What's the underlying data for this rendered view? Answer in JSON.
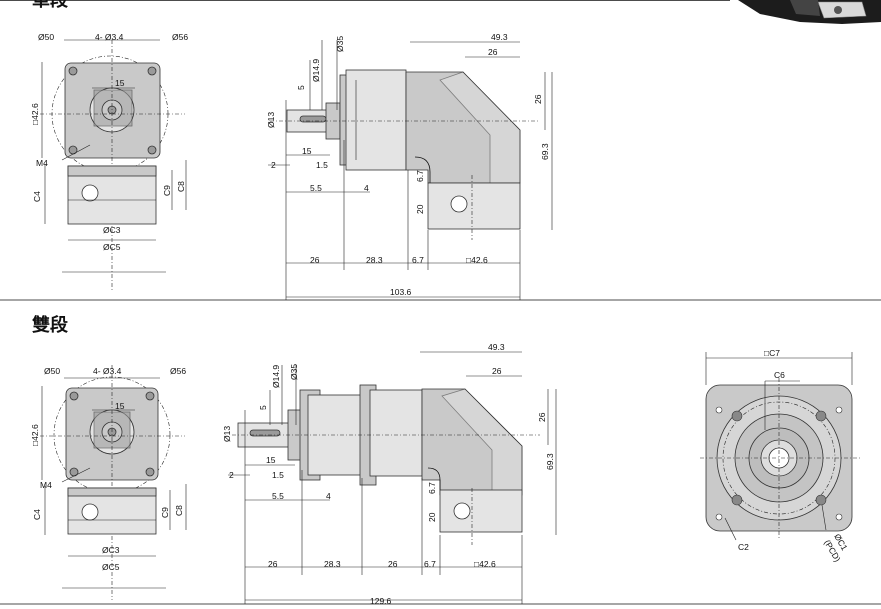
{
  "sections": {
    "single_stage_title": "單段",
    "double_stage_title": "雙段"
  },
  "single_front": {
    "d50": "Ø50",
    "holes": "4- Ø3.4",
    "d56": "Ø56",
    "d15": "15",
    "sq": "□42.6",
    "m4": "M4",
    "c4": "C4",
    "c9": "C9",
    "c8": "C8",
    "c3": "ØC3",
    "c5": "ØC5"
  },
  "single_side": {
    "d35": "Ø35",
    "d149": "Ø14.9",
    "d5": "5",
    "d13": "Ø13",
    "l15": "15",
    "l2": "2",
    "l15b": "1.5",
    "l55": "5.5",
    "l4": "4",
    "w493": "49.3",
    "w26": "26",
    "h26": "26",
    "h693": "69.3",
    "h67": "6.7",
    "h20": "20",
    "b26": "26",
    "b283": "28.3",
    "b67": "6.7",
    "bsq": "□42.6",
    "total": "103.6"
  },
  "double_front": {
    "d50": "Ø50",
    "holes": "4- Ø3.4",
    "d56": "Ø56",
    "d15": "15",
    "sq": "□42.6",
    "m4": "M4",
    "c4": "C4",
    "c9": "C9",
    "c8": "C8",
    "c3": "ØC3",
    "c5": "ØC5"
  },
  "double_side": {
    "d35": "Ø35",
    "d149": "Ø14.9",
    "d5": "5",
    "d13": "Ø13",
    "l15": "15",
    "l2": "2",
    "l15b": "1.5",
    "l55": "5.5",
    "l4": "4",
    "w493": "49.3",
    "w26": "26",
    "h26": "26",
    "h693": "69.3",
    "h67": "6.7",
    "h20": "20",
    "b26": "26",
    "b283": "28.3",
    "b26b": "26",
    "b67": "6.7",
    "bsq": "□42.6",
    "total": "129.6"
  },
  "flange": {
    "c7": "□C7",
    "c6": "C6",
    "c2": "C2",
    "c1": "ØC1",
    "pcd": "(PCD)"
  }
}
